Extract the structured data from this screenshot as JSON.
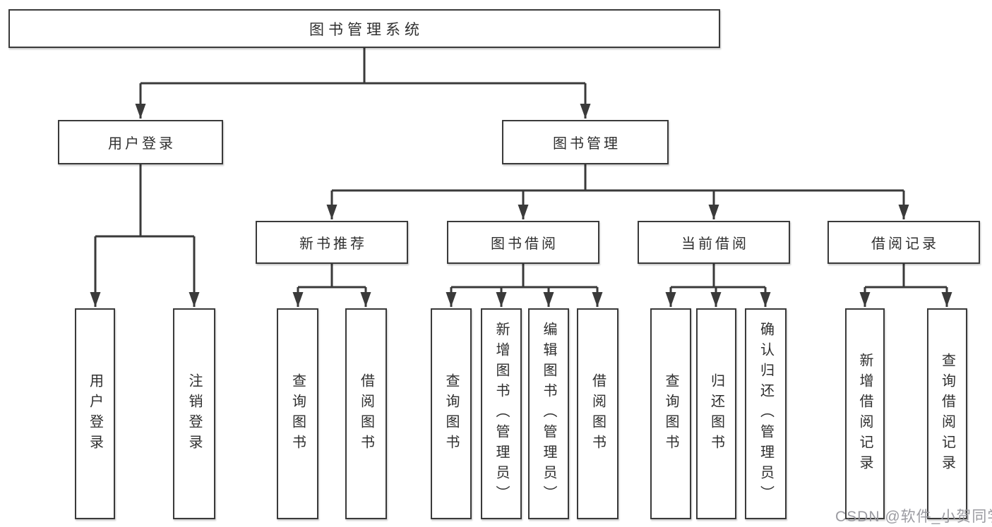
{
  "diagram": {
    "root": {
      "label": "图书管理系统"
    },
    "branches": [
      {
        "label": "用户登录",
        "children": [
          {
            "label": "用户登录"
          },
          {
            "label": "注销登录"
          }
        ]
      },
      {
        "label": "图书管理",
        "children": [
          {
            "label": "新书推荐",
            "children": [
              {
                "label": "查询图书"
              },
              {
                "label": "借阅图书"
              }
            ]
          },
          {
            "label": "图书借阅",
            "children": [
              {
                "label": "查询图书"
              },
              {
                "label": "新增图书（管理员）"
              },
              {
                "label": "编辑图书（管理员）"
              },
              {
                "label": "借阅图书"
              }
            ]
          },
          {
            "label": "当前借阅",
            "children": [
              {
                "label": "查询图书"
              },
              {
                "label": "归还图书"
              },
              {
                "label": "确认归还（管理员）"
              }
            ]
          },
          {
            "label": "借阅记录",
            "children": [
              {
                "label": "新增借阅记录"
              },
              {
                "label": "查询借阅记录"
              }
            ]
          }
        ]
      }
    ]
  },
  "watermark": "CSDN @软件_小贺同学",
  "colors": {
    "line": "#3a3a3a",
    "box_border": "#3a3a3a",
    "text": "#2f2f2f",
    "watermark_text": "#96969c",
    "background": "#ffffff"
  }
}
